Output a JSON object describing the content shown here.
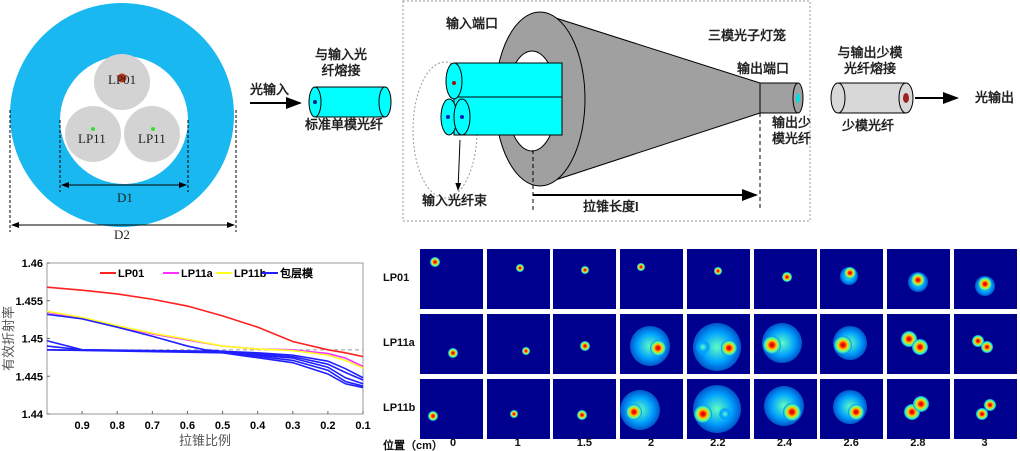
{
  "cross_section": {
    "labels": [
      "LP01",
      "LP11",
      "LP11"
    ],
    "d1": "D1",
    "d2": "D2"
  },
  "diagram": {
    "light_in": "光输入",
    "fuse_in": [
      "与输入光",
      "纤熔接"
    ],
    "smf": "标准单模光纤",
    "input_port": "输入端口",
    "input_bundle": "输入光纤束",
    "lantern": "三模光子灯笼",
    "output_port": "输出端口",
    "output_fmf": [
      "输出少",
      "模光纤"
    ],
    "taper_length": "拉锥长度l",
    "fuse_out": [
      "与输出少模",
      "光纤熔接"
    ],
    "fmf": "少模光纤",
    "light_out": "光输出"
  },
  "chart_data": {
    "type": "line",
    "xlabel": "拉锥比例",
    "ylabel": "有效折射率",
    "xlim": [
      1.0,
      0.1
    ],
    "ylim": [
      1.44,
      1.46
    ],
    "xticks": [
      "0.9",
      "0.8",
      "0.7",
      "0.6",
      "0.5",
      "0.4",
      "0.3",
      "0.2",
      "0.1"
    ],
    "yticks": [
      "1.44",
      "1.445",
      "1.45",
      "1.455",
      "1.46"
    ],
    "legend": [
      "LP01",
      "LP11a",
      "LP11b",
      "包层模"
    ],
    "legend_position": "top",
    "reference_line": 1.4485,
    "series": [
      {
        "name": "LP01",
        "color": "#ff2020",
        "x": [
          1,
          0.9,
          0.8,
          0.7,
          0.6,
          0.5,
          0.4,
          0.3,
          0.2,
          0.15,
          0.1
        ],
        "y": [
          1.4568,
          1.4564,
          1.4559,
          1.4552,
          1.4543,
          1.453,
          1.4515,
          1.4496,
          1.4485,
          1.4481,
          1.4476
        ]
      },
      {
        "name": "LP11a",
        "color": "#ff30ff",
        "x": [
          1,
          0.9,
          0.8,
          0.7,
          0.6,
          0.5,
          0.4,
          0.3,
          0.2,
          0.15,
          0.1
        ],
        "y": [
          1.4535,
          1.4527,
          1.4516,
          1.4506,
          1.4498,
          1.449,
          1.4486,
          1.4485,
          1.448,
          1.4474,
          1.4463
        ]
      },
      {
        "name": "LP11b",
        "color": "#ffff20",
        "x": [
          1,
          0.9,
          0.8,
          0.7,
          0.6,
          0.5,
          0.4,
          0.3,
          0.2,
          0.15,
          0.1
        ],
        "y": [
          1.4536,
          1.4528,
          1.4517,
          1.4507,
          1.4499,
          1.449,
          1.4486,
          1.4484,
          1.4478,
          1.4471,
          1.4461
        ]
      },
      {
        "name": "包层模",
        "color": "#2020ff",
        "x": [
          1,
          0.9,
          0.8,
          0.7,
          0.6,
          0.55,
          0.5,
          0.4,
          0.3,
          0.2,
          0.15,
          0.1
        ],
        "y": [
          1.4532,
          1.4526,
          1.4515,
          1.4503,
          1.449,
          1.4485,
          1.4483,
          1.4481,
          1.4478,
          1.447,
          1.446,
          1.4448
        ]
      },
      {
        "name": "包层模",
        "color": "#2020ff",
        "x": [
          1,
          0.9,
          0.5,
          0.3,
          0.2,
          0.15,
          0.1
        ],
        "y": [
          1.4497,
          1.4485,
          1.4483,
          1.4476,
          1.4466,
          1.4455,
          1.4445
        ]
      },
      {
        "name": "包层模",
        "color": "#2020ff",
        "x": [
          1,
          0.9,
          0.5,
          0.3,
          0.2,
          0.15,
          0.1
        ],
        "y": [
          1.449,
          1.4485,
          1.4482,
          1.4474,
          1.4462,
          1.4448,
          1.444
        ]
      },
      {
        "name": "包层模",
        "color": "#2020ff",
        "x": [
          1,
          0.5,
          0.3,
          0.2,
          0.15,
          0.1
        ],
        "y": [
          1.4485,
          1.4482,
          1.4471,
          1.4458,
          1.4443,
          1.4437
        ]
      },
      {
        "name": "包层模",
        "color": "#2020ff",
        "x": [
          1,
          0.5,
          0.3,
          0.2,
          0.15,
          0.1
        ],
        "y": [
          1.4485,
          1.4481,
          1.4468,
          1.4453,
          1.444,
          1.4435
        ]
      }
    ]
  },
  "mode_maps": {
    "rows": [
      "LP01",
      "LP11a",
      "LP11b"
    ],
    "position_label": "位置（cm）",
    "positions": [
      "0",
      "1",
      "1.5",
      "2",
      "2.2",
      "2.4",
      "2.6",
      "2.8",
      "3"
    ]
  }
}
